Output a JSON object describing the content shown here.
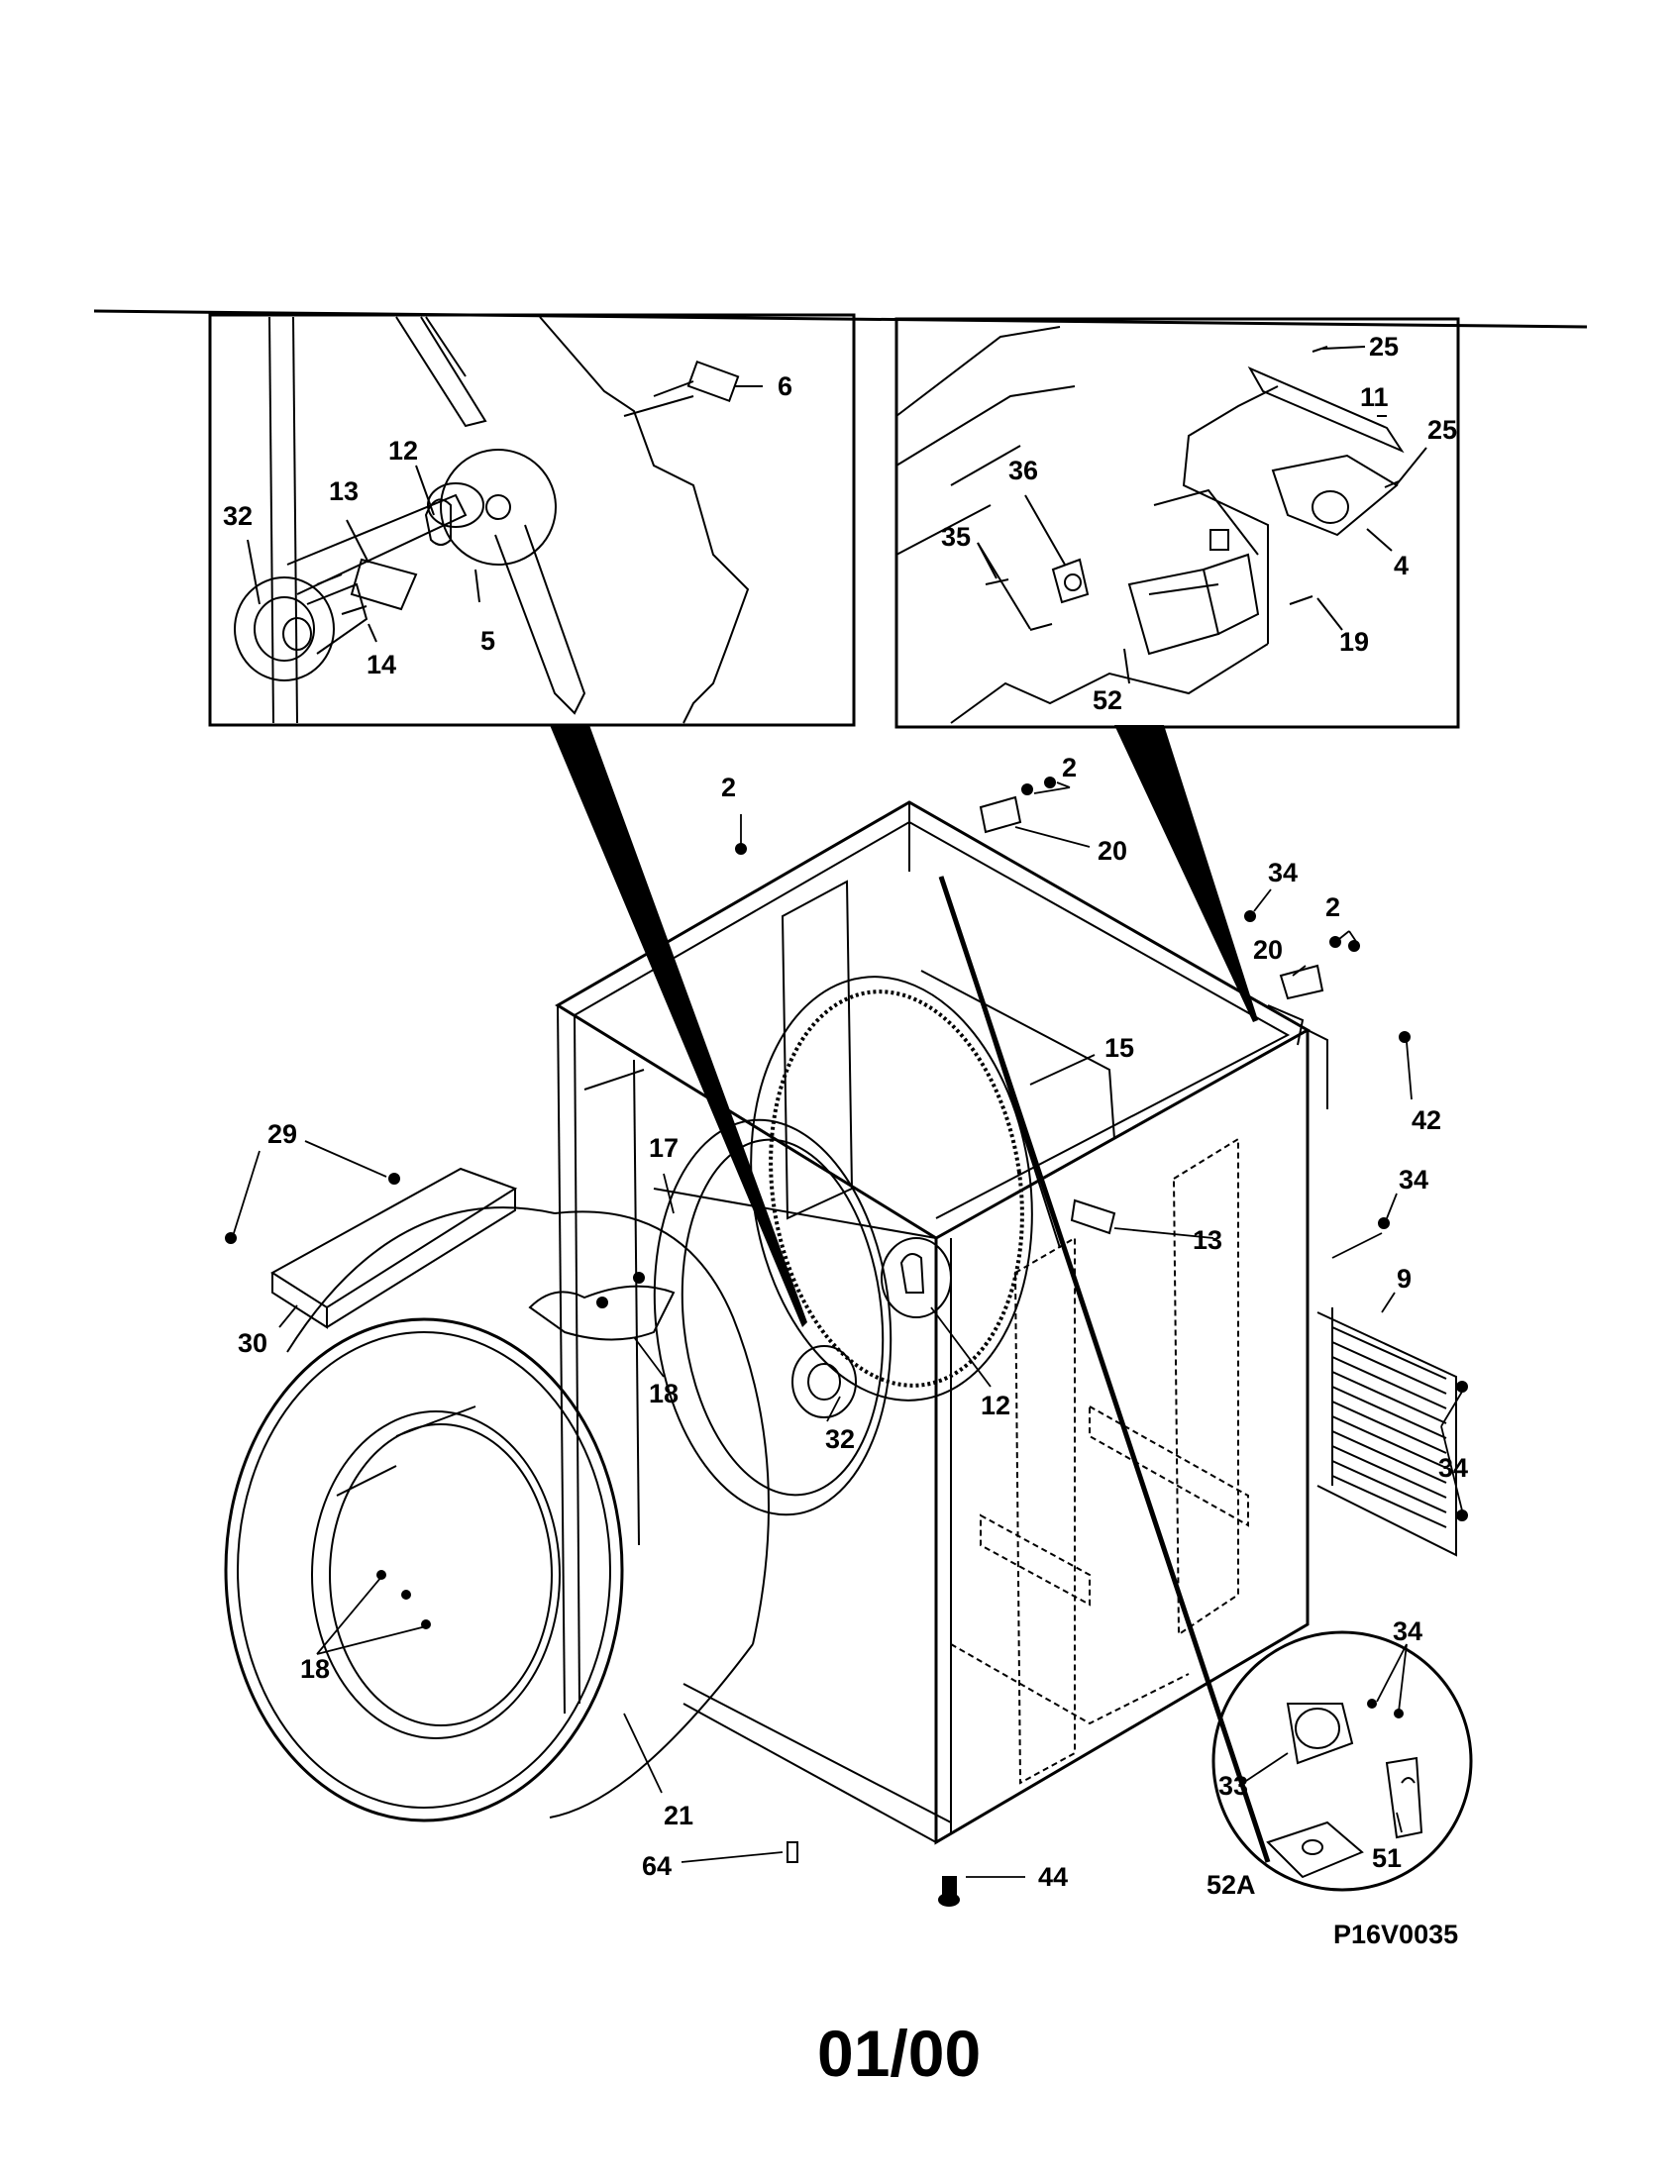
{
  "diagram": {
    "diagram_id": "P16V0035",
    "page_code": "01/00",
    "callouts": {
      "inset_left": {
        "n6": "6",
        "n12": "12",
        "n13": "13",
        "n32": "32",
        "n14": "14",
        "n5": "5"
      },
      "inset_right": {
        "n25a": "25",
        "n11": "11",
        "n25b": "25",
        "n36": "36",
        "n35": "35",
        "n4": "4",
        "n19": "19",
        "n52": "52"
      },
      "main": {
        "n2a": "2",
        "n2b": "2",
        "n20a": "20",
        "n34a": "34",
        "n2c": "2",
        "n20b": "20",
        "n15": "15",
        "n42": "42",
        "n29": "29",
        "n17": "17",
        "n34b": "34",
        "n13": "13",
        "n9": "9",
        "n30": "30",
        "n18a": "18",
        "n12": "12",
        "n32": "32",
        "n34c": "34",
        "n18b": "18",
        "n21": "21",
        "n64": "64",
        "n44": "44"
      },
      "detail_circle": {
        "n34": "34",
        "n33": "33",
        "n51": "51",
        "n52a": "52A"
      }
    }
  }
}
